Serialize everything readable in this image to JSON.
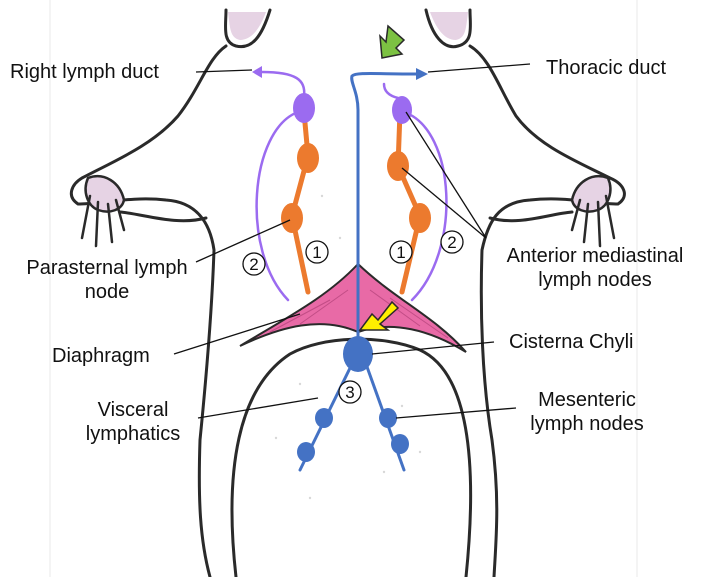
{
  "labels": {
    "right_lymph_duct": "Right lymph duct",
    "thoracic_duct": "Thoracic duct",
    "parasternal_line1": "Parasternal lymph",
    "parasternal_line2": "node",
    "anterior_line1": "Anterior mediastinal",
    "anterior_line2": "lymph nodes",
    "diaphragm": "Diaphragm",
    "cisterna_chyli": "Cisterna Chyli",
    "visceral_line1": "Visceral",
    "visceral_line2": "lymphatics",
    "mesenteric_line1": "Mesenteric",
    "mesenteric_line2": "lymph nodes"
  },
  "markers": {
    "route1": "1",
    "route2": "2",
    "route3": "3"
  },
  "colors": {
    "outline": "#2a2a2a",
    "ear_paw": "#e6d3e4",
    "purple": "#9b6bf0",
    "purple_dark": "#8a5ae6",
    "orange": "#ec7a2e",
    "blue": "#4472c4",
    "diaphragm": "#e86aa6",
    "green_arrow": "#7cc242",
    "yellow_arrow": "#ffee00"
  }
}
